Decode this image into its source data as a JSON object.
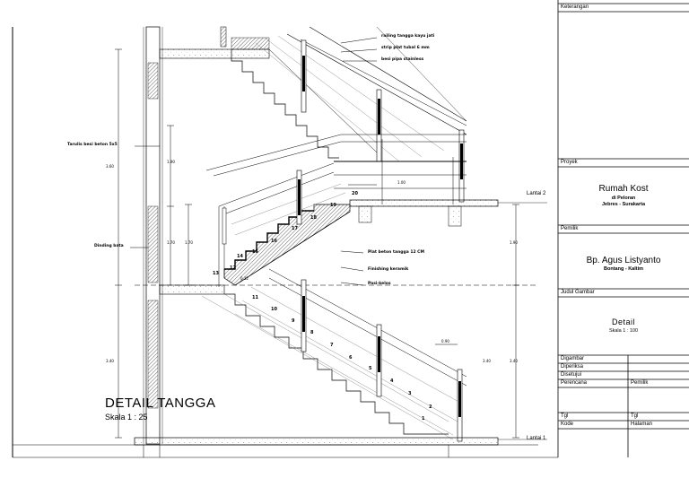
{
  "drawing": {
    "title": "DETAIL TANGGA",
    "scale": "Skala 1 : 25",
    "levels": {
      "upper": "Lantai 2",
      "lower": "Lantai 1"
    },
    "annotations": {
      "railing": "railing tangga kayu jati",
      "strip": "strip plat tubal 6 mm",
      "pipe": "besi pipa stainless",
      "column": "Tarulis besi beton 5x5",
      "wall": "Dinding bata",
      "slab": "Plat beton tangga 12 CM",
      "finishing": "Finishing keramik",
      "screed": "Pasi-kelos"
    },
    "dimensions": {
      "left_top": "3.60",
      "left_bottom": "3.40",
      "left_inner_top": "1.90",
      "left_inner_bottom": "1.70",
      "inner_small": "1.70",
      "right_mid": "1.90",
      "right_bottom": "3.40",
      "mid_bottom": "3.40",
      "landing": "1.00",
      "tread": "0.12",
      "rail_height": "0.90"
    },
    "step_numbers": [
      "1",
      "2",
      "3",
      "4",
      "5",
      "6",
      "7",
      "8",
      "9",
      "10",
      "11",
      "12",
      "13",
      "14",
      "15",
      "16",
      "17",
      "18",
      "19",
      "20"
    ]
  },
  "title_block": {
    "keterangan_label": "Keterangan",
    "proyek_label": "Proyek",
    "project_name": "Rumah Kost",
    "project_location_1": "di Peloran",
    "project_location_2": "Jebres - Surakarta",
    "pemilik_label": "Pemilik",
    "owner_name": "Bp. Agus Listyanto",
    "owner_location": "Bontang - Kaltim",
    "judul_label": "Judul Gambar",
    "drawing_title": "Detail",
    "drawing_scale": "Skala 1 : 100",
    "digambar_label": "Digambar",
    "diperiksa_label": "Diperiksa",
    "disetujui_label": "Disetujui",
    "perencana_label": "Perencana",
    "pemilik2_label": "Pemilik",
    "tgl_label": "Tgl",
    "tgl2_label": "Tgl",
    "kode_label": "Kode",
    "halaman_label": "Halaman"
  }
}
